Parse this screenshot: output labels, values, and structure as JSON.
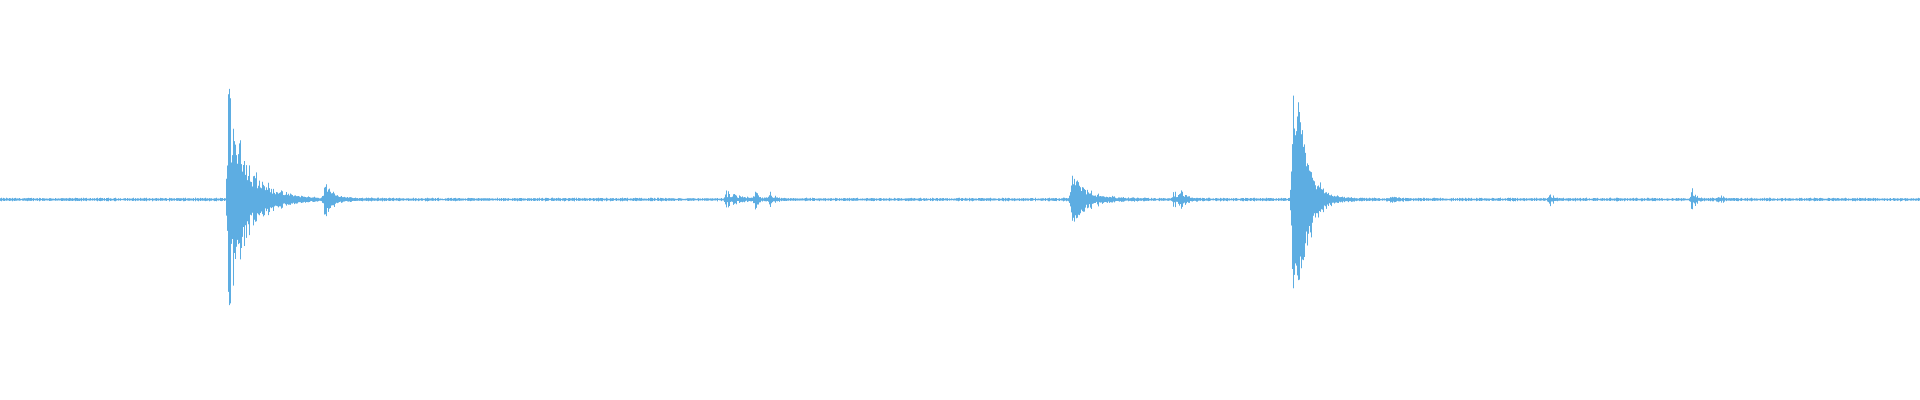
{
  "waveform": {
    "color": "#5dade2",
    "background": "#ffffff",
    "bursts": [
      {
        "t": 0.1187,
        "amp": 0.82,
        "decay": 0.01,
        "dense": true
      },
      {
        "t": 0.169,
        "amp": 0.13,
        "decay": 0.004,
        "dense": true
      },
      {
        "t": 0.378,
        "amp": 0.05,
        "decay": 0.006,
        "dense": false
      },
      {
        "t": 0.393,
        "amp": 0.06,
        "decay": 0.002,
        "dense": false
      },
      {
        "t": 0.401,
        "amp": 0.05,
        "decay": 0.002,
        "dense": false
      },
      {
        "t": 0.558,
        "amp": 0.18,
        "decay": 0.008,
        "dense": true
      },
      {
        "t": 0.611,
        "amp": 0.05,
        "decay": 0.004,
        "dense": false
      },
      {
        "t": 0.615,
        "amp": 0.05,
        "decay": 0.002,
        "dense": false
      },
      {
        "t": 0.6733,
        "amp": 0.89,
        "decay": 0.006,
        "dense": true
      },
      {
        "t": 0.6765,
        "amp": 0.35,
        "decay": 0.004,
        "dense": true
      },
      {
        "t": 0.725,
        "amp": 0.05,
        "decay": 0.002,
        "dense": false
      },
      {
        "t": 0.807,
        "amp": 0.04,
        "decay": 0.002,
        "dense": false
      },
      {
        "t": 0.881,
        "amp": 0.09,
        "decay": 0.002,
        "dense": false
      },
      {
        "t": 0.895,
        "amp": 0.04,
        "decay": 0.002,
        "dense": false
      }
    ],
    "noise_floor": 0.012
  }
}
